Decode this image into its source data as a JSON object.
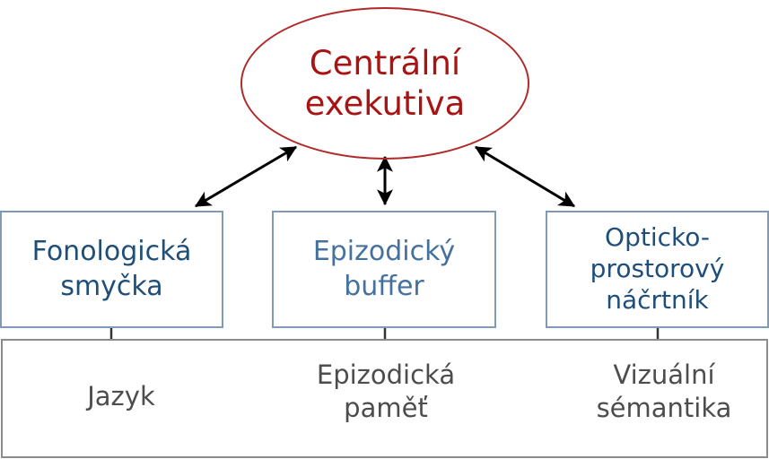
{
  "diagram": {
    "title_present": false,
    "colors": {
      "central_stroke": "#B02A2A",
      "central_text": "#A81414",
      "box_stroke": "#7E9AB7",
      "box_text_dark": "#1F4E79",
      "box_text_light": "#44719E",
      "ltm_stroke": "#8C8C8C",
      "ltm_text": "#4D4D4D",
      "arrow": "#000000",
      "connector": "#333333",
      "background": "#FFFFFF"
    },
    "central": {
      "name": "centralni-exekutiva",
      "lines": [
        "Centrální",
        "exekutiva"
      ]
    },
    "components": [
      {
        "name": "fonologicka-smycka",
        "lines": [
          "Fonologická",
          "smyčka"
        ]
      },
      {
        "name": "epizodicky-buffer",
        "lines": [
          "Epizodický",
          "buffer"
        ]
      },
      {
        "name": "opticko-prostorovy-nacrtnik",
        "lines": [
          "Opticko-",
          "prostorový",
          "náčrtník"
        ]
      }
    ],
    "ltm": {
      "name": "dlouhodoba-pamet",
      "items": [
        {
          "name": "jazyk",
          "lines": [
            "Jazyk"
          ]
        },
        {
          "name": "epizodicka-pamet",
          "lines": [
            "Epizodická",
            "paměť"
          ]
        },
        {
          "name": "vizualni-semantika",
          "lines": [
            "Vizuální",
            "sémantika"
          ]
        }
      ]
    },
    "arrows": [
      {
        "name": "arrow-central-to-phonological",
        "style": "double-headed",
        "orientation": "diagonal-left"
      },
      {
        "name": "arrow-central-to-buffer",
        "style": "double-headed",
        "orientation": "vertical"
      },
      {
        "name": "arrow-central-to-visuospatial",
        "style": "double-headed",
        "orientation": "diagonal-right"
      },
      {
        "name": "arrow-jazyk-to-epizodicka-pamet",
        "style": "double-headed",
        "orientation": "horizontal"
      },
      {
        "name": "arrow-epizodicka-pamet-to-vizualni-semantika",
        "style": "double-headed",
        "orientation": "horizontal"
      }
    ],
    "connectors": [
      {
        "name": "connector-phonological-to-jazyk"
      },
      {
        "name": "connector-buffer-to-epizodicka-pamet"
      },
      {
        "name": "connector-visuospatial-to-vizualni-semantika"
      }
    ]
  }
}
